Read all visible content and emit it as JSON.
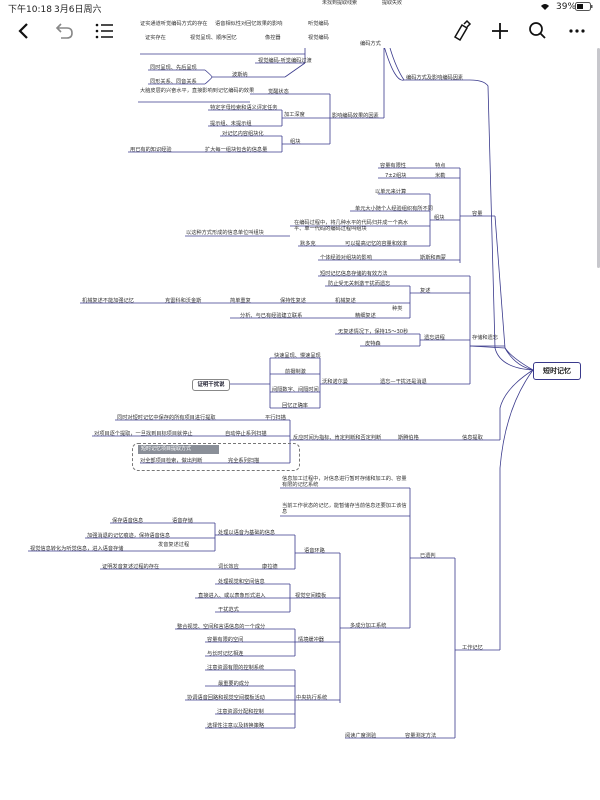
{
  "status_bar": {
    "time": "下午10:18",
    "date": "3月6日周六",
    "battery": "39%",
    "icons": [
      "wifi-icon",
      "battery-icon"
    ]
  },
  "top_partial": {
    "left": "未找到提取线索",
    "right": "提取失败"
  },
  "toolbar": {
    "icons": [
      "back-icon",
      "undo-icon",
      "outline-list-icon",
      "format-brush-icon",
      "add-icon",
      "search-icon",
      "more-icon"
    ]
  },
  "central_topic": "短时记忆",
  "accent_color": "#3a3a8c",
  "nodes": {
    "a1": "证实通道听觉编码方式的存在",
    "a2": "语音相似性对回忆效果的影响",
    "a3": "听觉编码",
    "a4": "证实存在",
    "a5": "视觉呈现、顺序回忆",
    "a6": "像控器",
    "a7": "视觉编码",
    "a8": "同时呈现、先后呈现",
    "a9": "同形关系、同音关系",
    "a10": "波斯纳",
    "a11": "视觉编码-听觉编码过渡",
    "a12": "编码方式",
    "a13": "大脑皮层的兴奋水平，直接影响到记忆编码的效果",
    "a14": "觉醒状态",
    "a15": "特定字母检索和语义评定任务",
    "a16": "加工深度",
    "a17": "提示组、未提示组",
    "a18": "影响编码效果的因素",
    "a19": "对记忆内容组块化",
    "a20": "组块",
    "a21": "用已有的知识经验",
    "a22": "扩大每一组块包含的信息量",
    "a23": "编码方式及影响编码因素",
    "b1": "容量有限性",
    "b2": "特点",
    "b3": "7±2组块",
    "b4": "米勒",
    "b5": "以单元来计算",
    "b6": "单元大小随个人经验组织有所不同",
    "b7": "组块",
    "b8": "在编码过程中，将几种水平的代码归并成一个高水平、单一代码的编码过程叫组块",
    "b9": "以这种方式形成的信息单位叫组块",
    "b10": "容量",
    "b11": "默多克",
    "b12": "可以提高记忆的容量和效率",
    "b13": "个体经验对组块的影响",
    "b14": "斯斯和西蒙",
    "c1": "短时记忆信息存储的有效方法",
    "c2": "防止受无关刺激干扰而遗忘",
    "c3": "复述",
    "c4": "机械复述不能加强记忆",
    "c5": "克雷科和沃金斯",
    "c6": "简单重复",
    "c7": "保持性复述",
    "c8": "机械复述",
    "c9": "种类",
    "c10": "分析、与已有经验建立联系",
    "c11": "精细复述",
    "c12": "无复述情况下，保持15～30秒",
    "c13": "遗忘进程",
    "c14": "皮特森",
    "c15": "存储和遗忘",
    "c16": "证明干扰说",
    "c17": "快速呈现、慢速呈现",
    "c18": "前摄制激",
    "c19": "间隔数字、间隔时间",
    "c20": "沃和诺尔曼",
    "c21": "遗忘—干扰还是消退",
    "c22": "回忆正确率",
    "d1": "平行扫描",
    "d2": "同时对短时记忆中保存的所有项目进行提取",
    "d3": "对项目逐个提取，一旦找到目标项目就停止",
    "d4": "自动停止系列扫描",
    "d5": "短时记忆项目提取方式",
    "d6": "对全部项目检索，做出判断",
    "d7": "完全系列扫描",
    "d8": "反应时间为指标、肯定判断和否定判断",
    "d9": "斯腾伯格",
    "d10": "信息提取",
    "e1": "信息加工过程中，对信息进行暂时存储和加工的、容量有限的记忆系统",
    "e2": "当前工作状态的记忆，能暂储存当前信息还要加工该信息",
    "e3": "已遗判",
    "e4": "保存语音信息",
    "e5": "语音存储",
    "e6": "加强消退的记忆痕迹，保持语音信息",
    "e7": "发音复述过程",
    "e8": "视觉信息转化为听觉信息，进入语音存储",
    "e9": "证明发音复述过程的存在",
    "e10": "词长效应",
    "e11": "康拉德",
    "e12": "处理以语音为基础的信息",
    "e13": "语音环路",
    "e14": "处理视觉和空间信息",
    "e15": "直接进入、或以表象形式进入",
    "e16": "视觉空间模板",
    "e17": "干扰范式",
    "e18": "整合视觉、空间和言语信息的一个成分",
    "e19": "容量有限的空间",
    "e20": "情境缓冲器",
    "e21": "与长时记忆相连",
    "e22": "多成分加工系统",
    "e23": "注意资源有限的控制系统",
    "e24": "最重要的成分",
    "e25": "协调语音回路和视觉空间模板活动",
    "e26": "中央执行系统",
    "e27": "注意资源分配和控制",
    "e28": "选择性注意以及转换策略",
    "e29": "阅读广度测验",
    "e30": "容量测定方法",
    "e31": "工作记忆"
  }
}
